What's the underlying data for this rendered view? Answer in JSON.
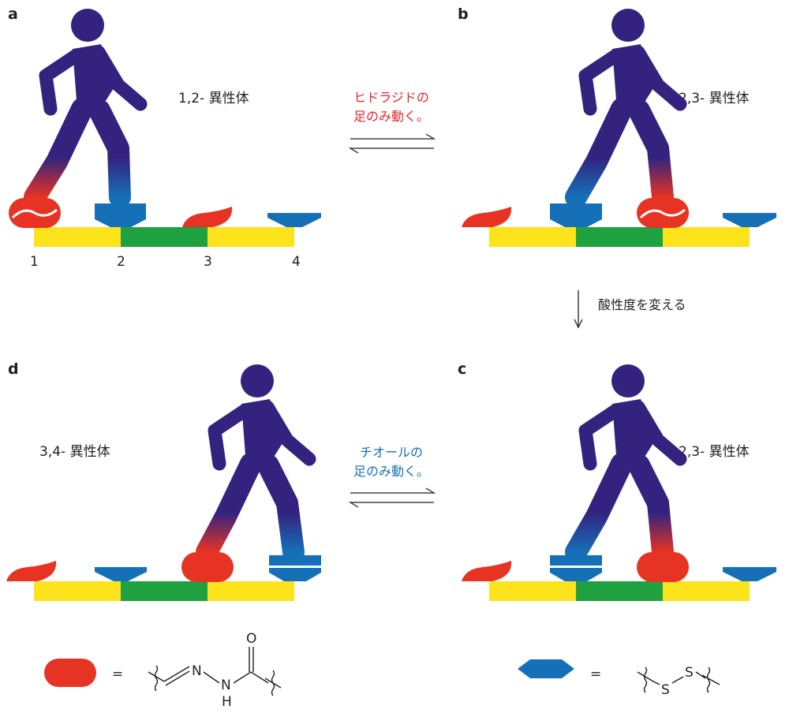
{
  "panels": {
    "a": {
      "letter": "a",
      "isomer": "1,2- 異性体"
    },
    "b": {
      "letter": "b",
      "isomer": "2,3- 異性体"
    },
    "c": {
      "letter": "c",
      "isomer": "2,3- 異性体"
    },
    "d": {
      "letter": "d",
      "isomer": "3,4- 異性体"
    }
  },
  "track_positions": [
    "1",
    "2",
    "3",
    "4"
  ],
  "transitions": {
    "ab": {
      "line1": "ヒドラジドの",
      "line2": "足のみ動く。",
      "color": "#e5262a"
    },
    "dc": {
      "line1": "チオールの",
      "line2": "足のみ動く。",
      "color": "#1670b8"
    },
    "bc": {
      "label": "酸性度を変える"
    }
  },
  "legend": {
    "hydrazone": {
      "equals": "=",
      "atoms": [
        "N",
        "N",
        "H",
        "O"
      ]
    },
    "disulfide": {
      "equals": "=",
      "atoms": [
        "S",
        "S"
      ]
    }
  },
  "colors": {
    "figure": "#33237f",
    "red_foot": "#e63323",
    "blue_foot": "#1670b8",
    "track_yellow": "#fde31b",
    "track_green": "#1fa140"
  }
}
